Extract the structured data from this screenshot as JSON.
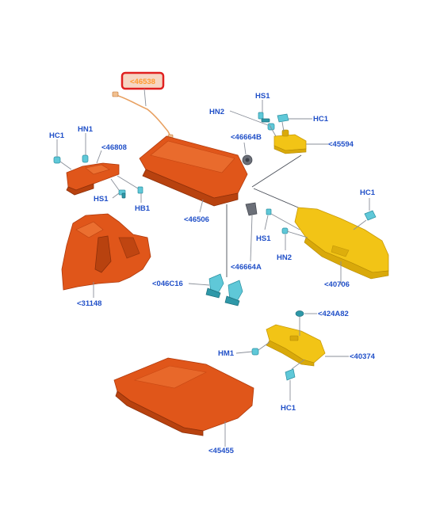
{
  "callouts": {
    "highlighted": "<46538",
    "hs1_top": "HS1",
    "hn2_top": "HN2",
    "hc1_top_right": "HC1",
    "p46664b": "<46664B",
    "p45594": "<45594",
    "hc1_left": "HC1",
    "hn1_left": "HN1",
    "p46808": "<46808",
    "hs1_left": "HS1",
    "hb1": "HB1",
    "p46506": "<46506",
    "hc1_right": "HC1",
    "hs1_mid": "HS1",
    "hn2_mid": "HN2",
    "p46664a": "<46664A",
    "p31148": "<31148",
    "p40706": "<40706",
    "p046c16": "<046C16",
    "p424a82": "<424A82",
    "hm1": "HM1",
    "p40374": "<40374",
    "hc1_bottom": "HC1",
    "p45455": "<45455"
  },
  "colors": {
    "label_blue": "#2150c8",
    "highlight_red": "#e02020",
    "highlight_fill": "#f6d6c3",
    "panel_orange": "#e0561a",
    "panel_yellow": "#f2c416",
    "clip_teal": "#5fc8d8"
  }
}
